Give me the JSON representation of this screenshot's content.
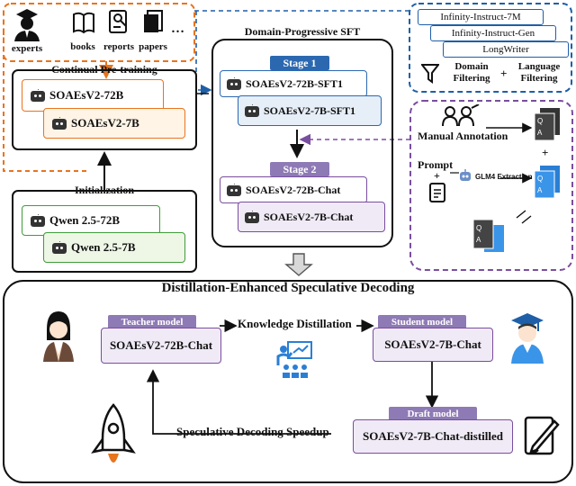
{
  "sources": {
    "items": [
      {
        "label": "experts",
        "icon": "expert-icon"
      },
      {
        "label": "books",
        "icon": "book-icon"
      },
      {
        "label": "reports",
        "icon": "report-icon"
      },
      {
        "label": "papers",
        "icon": "paper-icon"
      }
    ],
    "more": "…"
  },
  "pretraining": {
    "title": "Continual Pre-training",
    "model_large": "SOAEsV2-72B",
    "model_small": "SOAEsV2-7B"
  },
  "initialization": {
    "title": "Initialization",
    "model_large": "Qwen 2.5-72B",
    "model_small": "Qwen 2.5-7B"
  },
  "sft": {
    "title": "Domain-Progressive SFT",
    "stage1": {
      "label": "Stage 1",
      "model_large": "SOAEsV2-72B-SFT1",
      "model_small": "SOAEsV2-7B-SFT1"
    },
    "stage2": {
      "label": "Stage 2",
      "model_large": "SOAEsV2-72B-Chat",
      "model_small": "SOAEsV2-7B-Chat"
    }
  },
  "datasets": {
    "items": [
      "Infinity-Instruct-7M",
      "Infinity-Instruct-Gen",
      "LongWriter"
    ],
    "domain_filter": "Domain\nFiltering",
    "plus": "+",
    "language_filter": "Language\nFiltering"
  },
  "annotation": {
    "manual": "Manual Annotation",
    "prompt": "Prompt",
    "prompt_plus": "+",
    "glm": "GLM4 Extraction",
    "plus": "+"
  },
  "distillation": {
    "title": "Distillation-Enhanced Speculative Decoding",
    "teacher_tag": "Teacher model",
    "teacher_model": "SOAEsV2-72B-Chat",
    "kd_label": "Knowledge Distillation",
    "student_tag": "Student model",
    "student_model": "SOAEsV2-7B-Chat",
    "draft_tag": "Draft model",
    "draft_model": "SOAEsV2-7B-Chat-distilled",
    "speedup_label": "Speculative Decoding Speedup"
  },
  "colors": {
    "orange": "#E8741E",
    "blue": "#1F5FA8",
    "purple": "#7A4E9E",
    "green": "#3F9C3A",
    "tag_purple": "#8E7AB5",
    "stage_blue": "#2C68B0"
  }
}
